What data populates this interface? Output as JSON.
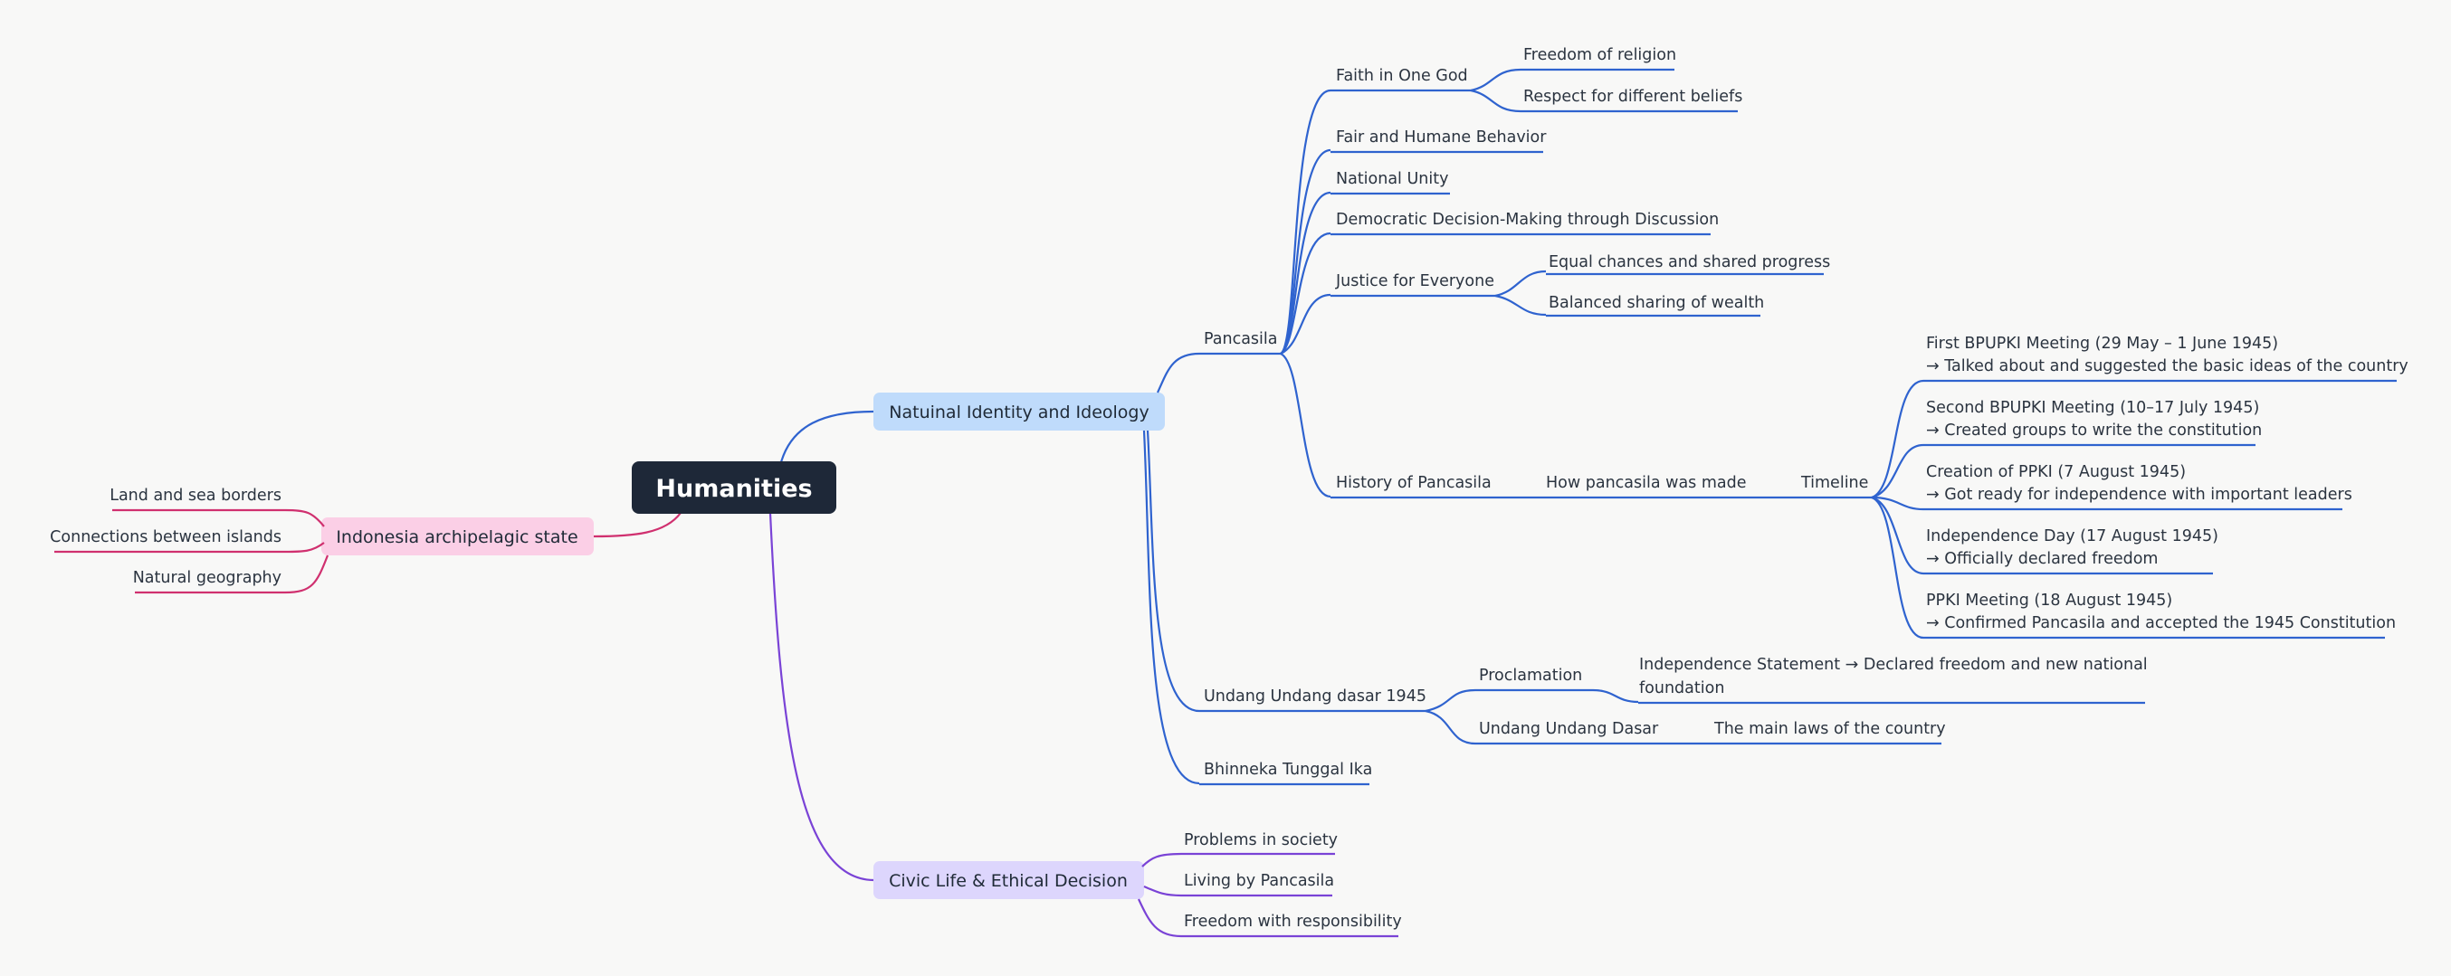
{
  "root": {
    "label": "Humanities"
  },
  "colors": {
    "root_bg": "#1e2838",
    "identity_bg": "#bfdbfb",
    "archipelago_bg": "#fbcfe6",
    "civic_bg": "#ddd6fd",
    "blue_line": "#2f63cf",
    "pink_line": "#d0306f",
    "purple_line": "#7a43d6"
  },
  "identity": {
    "label": "Natuinal Identity and Ideology",
    "pancasila": {
      "label": "Pancasila",
      "faith": {
        "label": "Faith in One God",
        "children": [
          "Freedom of religion",
          "Respect for different beliefs"
        ]
      },
      "fair": "Fair and Humane Behavior",
      "unity": "National Unity",
      "democratic": "Democratic Decision-Making through Discussion",
      "justice": {
        "label": "Justice for Everyone",
        "children": [
          "Equal chances and shared progress",
          "Balanced sharing of wealth"
        ]
      },
      "history": {
        "label": "History of Pancasila",
        "how": "How pancasila was made",
        "timeline": "Timeline",
        "events": [
          {
            "line1": "First BPUPKI Meeting (29 May – 1 June 1945)",
            "line2": "→ Talked about and suggested the basic ideas of the country"
          },
          {
            "line1": "Second BPUPKI Meeting (10–17 July 1945)",
            "line2": "→ Created groups to write the constitution"
          },
          {
            "line1": "Creation of PPKI (7 August 1945)",
            "line2": "→ Got ready for independence with important leaders"
          },
          {
            "line1": "Independence Day (17 August 1945)",
            "line2": "→ Officially declared freedom"
          },
          {
            "line1": "PPKI Meeting (18 August 1945)",
            "line2": "→ Confirmed Pancasila and accepted the 1945 Constitution"
          }
        ]
      }
    },
    "uud": {
      "label": "Undang Undang dasar 1945",
      "proclamation": {
        "label": "Proclamation",
        "line1": "Independence Statement → Declared freedom and new national",
        "line2": "foundation"
      },
      "uud_dasar": {
        "label": "Undang Undang Dasar",
        "child": "The main laws of the country"
      }
    },
    "bhinneka": "Bhinneka Tunggal Ika"
  },
  "archipelago": {
    "label": "Indonesia archipelagic state",
    "children": [
      "Land and sea borders",
      "Connections between islands",
      "Natural geography"
    ]
  },
  "civic": {
    "label": "Civic Life & Ethical Decision",
    "children": [
      "Problems in society",
      "Living by Pancasila",
      "Freedom with responsibility"
    ]
  }
}
